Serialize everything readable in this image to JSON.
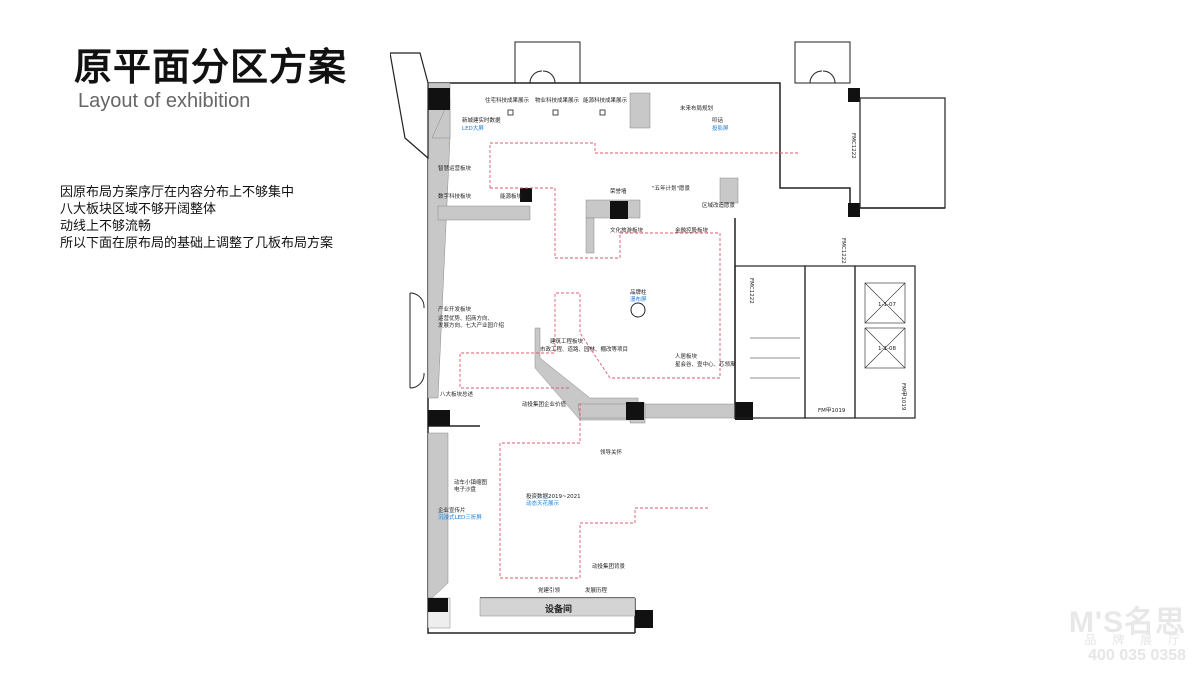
{
  "header": {
    "title": "原平面分区方案",
    "subtitle": "Layout of exhibition"
  },
  "description": [
    "因原布局方案序厅在内容分布上不够集中",
    "八大板块区域不够开阔整体",
    "动线上不够流畅",
    "所以下面在原布局的基础上调整了几板布局方案"
  ],
  "plan_labels": {
    "zhuzhai": "住宅科技成果展示",
    "wuye": "物业科技成果展示",
    "nengyuan_show": "能源科技成果展示",
    "weilai": "未来布局规划",
    "xincheng": "新城建实时数据",
    "led_big": "LED大屏",
    "qiaoshuo": "叩话",
    "tuping": "投影屏",
    "zhihui": "智慧运营板块",
    "shuzi": "数字科技板块",
    "nengyuan_block": "能源板块",
    "rongyu": "荣誉墙",
    "wunian": "\"五年计划\"愿景",
    "quyu": "区域改造愿景",
    "wenhua": "文化旅游板块",
    "jinrong": "金融控股板块",
    "pinpai": "品牌柱",
    "tuying": "漫布屏",
    "chanye": "产业开发板块",
    "chanye_sub1": "运营优势、招商方向、",
    "chanye_sub2": "发展方向、七大产业园介绍",
    "jianzhu": "建筑工程板块",
    "jianzhu_sub": "市政工程、道路、园林、棚改等项目",
    "renju": "人居板块",
    "renju_sub": "星会谷、壹中心、芯领寓",
    "badakuai": "八大板块总述",
    "dongtou": "动投集团企业价值",
    "lingdao": "领导关怀",
    "dongche": "动车小镇缩图",
    "dianzi": "电子沙盘",
    "touzi": "投资数据2019~2021",
    "dongtai": "动态天花展示",
    "qiye": "企业宣传片",
    "led_ring": "沉浸式LED三折屏",
    "dongtoujt": "动投集团背景",
    "dangjian": "党建引领",
    "fazhan": "发展历程",
    "shebei": "设备间",
    "fmc1": "FMC1222",
    "fmc2": "FMC1222",
    "fmc3": "FMC1222",
    "fm_jia": "FM甲1019",
    "fm_jia2": "FM甲1019",
    "mc_a": "1-1-07",
    "mc_b": "1-1-08"
  },
  "logo": {
    "brand": "M'S名思",
    "tagline": "品 牌 展 厅",
    "phone": "400 035 0358"
  }
}
